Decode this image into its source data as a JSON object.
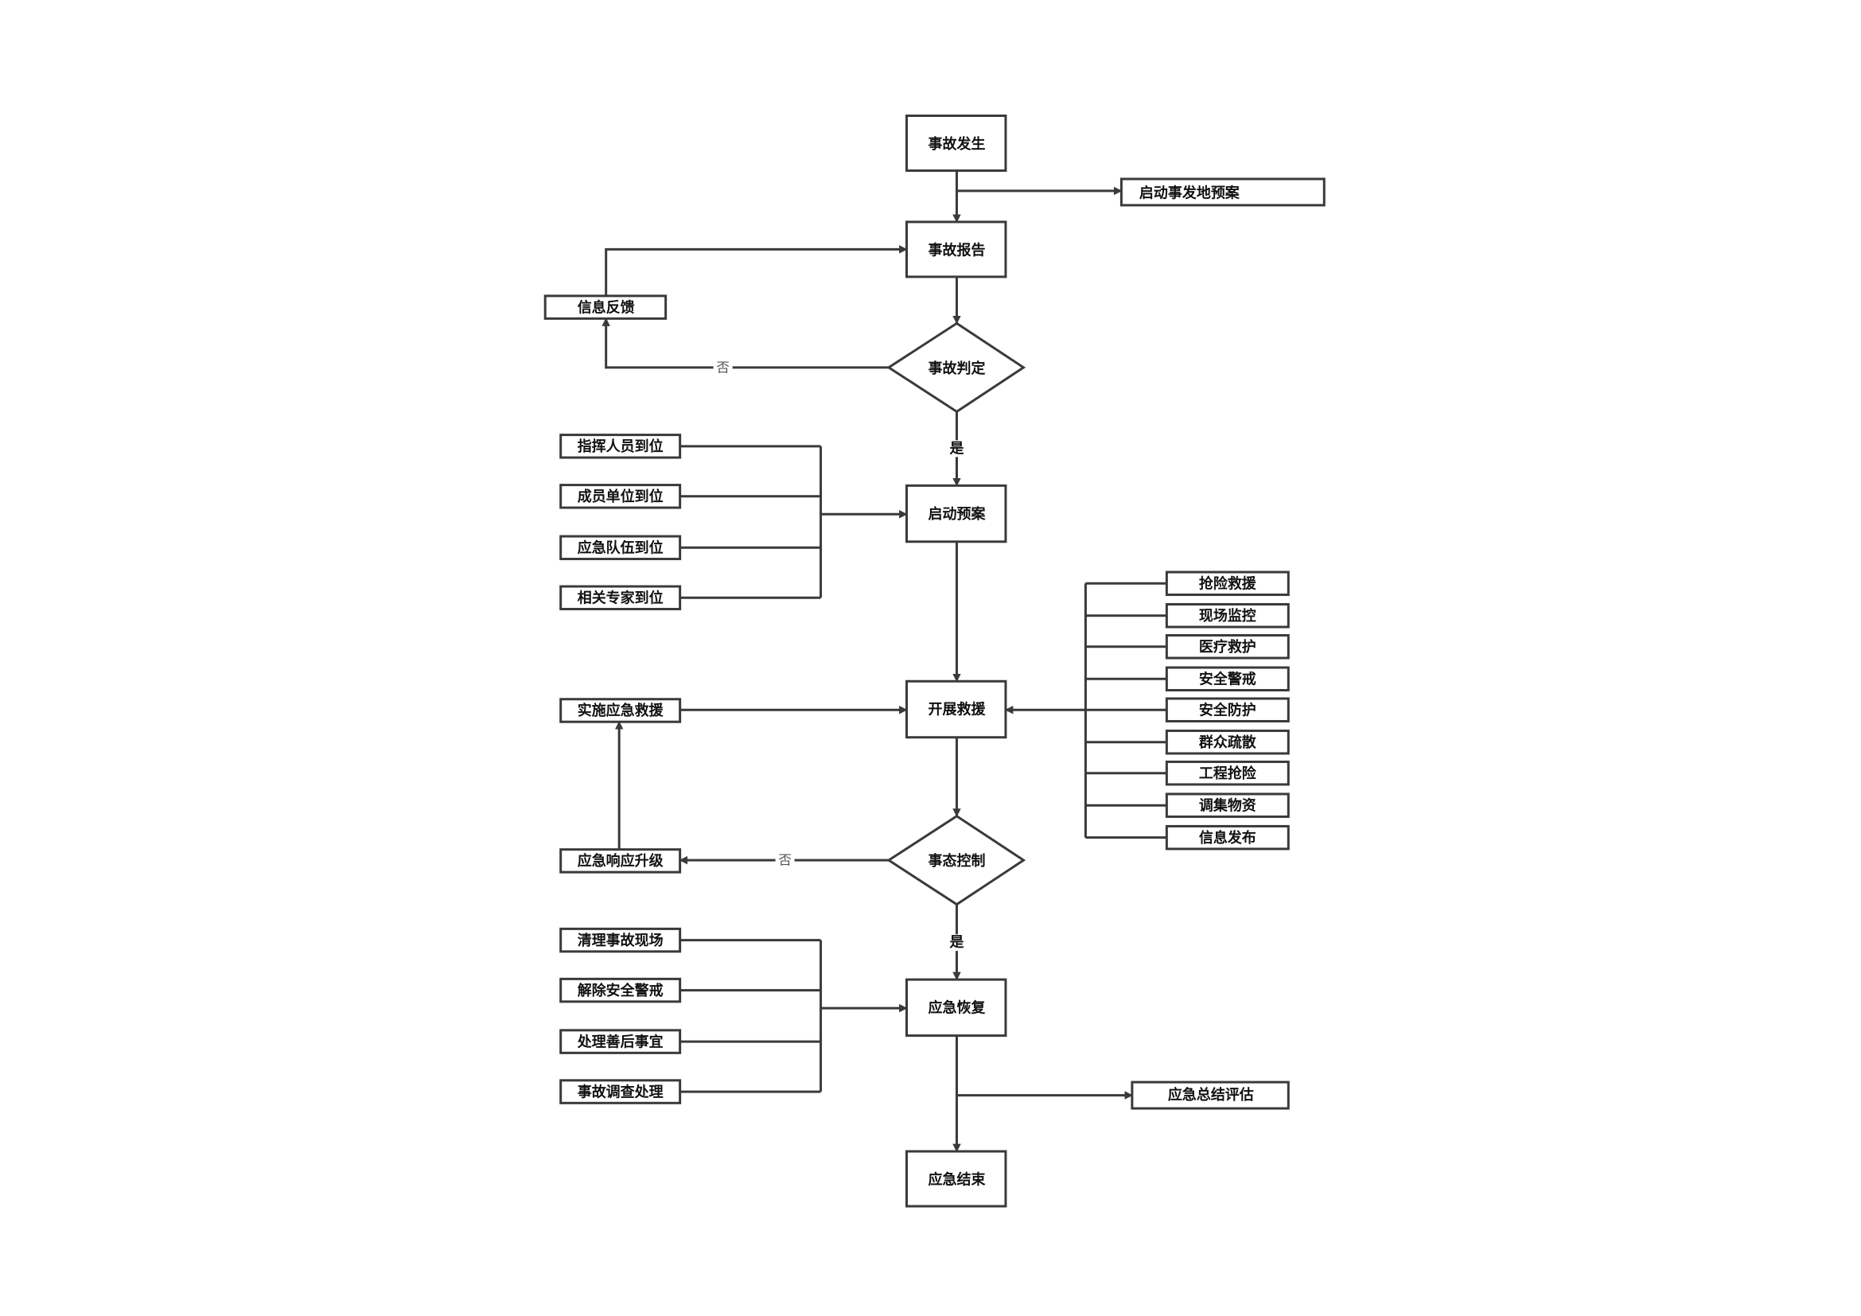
{
  "colors": {
    "stroke": "#3a3a3a",
    "text": "#111111",
    "background": "#ffffff"
  },
  "nodes": {
    "start": "事故发生",
    "local_plan": "启动事发地预案",
    "report": "事故报告",
    "feedback": "信息反馈",
    "judge": "事故判定",
    "launch_plan": "启动预案",
    "rescue": "开展救援",
    "control": "事态控制",
    "implement": "实施应急救援",
    "upgrade": "应急响应升级",
    "recovery": "应急恢复",
    "evaluate": "应急总结评估",
    "end": "应急结束"
  },
  "edge_labels": {
    "no1": "否",
    "yes1": "是",
    "no2": "否",
    "yes2": "是"
  },
  "arrive_items": [
    "指挥人员到位",
    "成员单位到位",
    "应急队伍到位",
    "相关专家到位"
  ],
  "rescue_items": [
    "抢险救援",
    "现场监控",
    "医疗救护",
    "安全警戒",
    "安全防护",
    "群众疏散",
    "工程抢险",
    "调集物资",
    "信息发布"
  ],
  "recovery_items": [
    "清理事故现场",
    "解除安全警戒",
    "处理善后事宜",
    "事故调查处理"
  ]
}
